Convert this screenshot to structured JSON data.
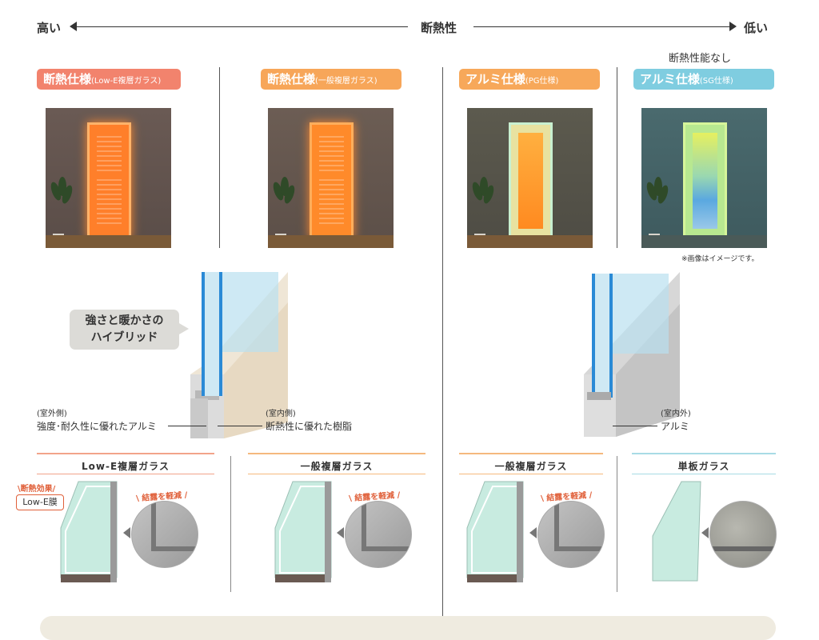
{
  "scale": {
    "high": "高い",
    "center": "断熱性",
    "low": "低い"
  },
  "no_insulation_note": "断熱性能なし",
  "specs": [
    {
      "main": "断熱仕様",
      "sub": "(Low-E複層ガラス)",
      "color": "#f2836d"
    },
    {
      "main": "断熱仕様",
      "sub": "(一般複層ガラス)",
      "color": "#f7a659"
    },
    {
      "main": "アルミ仕様",
      "sub": "(PG仕様)",
      "color": "#f7a85a"
    },
    {
      "main": "アルミ仕様",
      "sub": "(SG仕様)",
      "color": "#7fcde0"
    }
  ],
  "image_note": "※画像はイメージです。",
  "frame_left": {
    "bubble_line1": "強さと暖かさの",
    "bubble_line2": "ハイブリッド",
    "outside_label": "(室外側)",
    "outside_desc": "強度･耐久性に優れたアルミ",
    "inside_label": "(室内側)",
    "inside_desc": "断熱性に優れた樹脂"
  },
  "frame_right": {
    "label": "(室内外)",
    "desc": "アルミ"
  },
  "glass_types": [
    {
      "title": "Low-E複層ガラス",
      "line_color": "#f2a48a"
    },
    {
      "title": "一般複層ガラス",
      "line_color": "#f5b97e"
    },
    {
      "title": "一般複層ガラス",
      "line_color": "#f5b97e"
    },
    {
      "title": "単板ガラス",
      "line_color": "#a8dbe5"
    }
  ],
  "insulation_effect": "断熱効果",
  "lowe_film": "Low-E膜",
  "condensation_reduction": "結露を軽減",
  "colors": {
    "text": "#333333",
    "salmon": "#f2836d",
    "orange": "#f7a659",
    "aqua": "#7fcde0"
  }
}
